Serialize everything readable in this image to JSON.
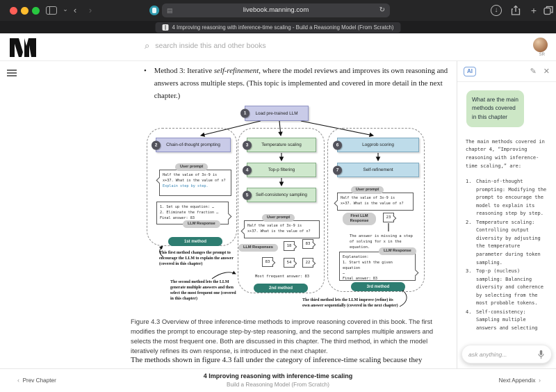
{
  "icons": {
    "back": "‹",
    "forward": "›",
    "chevron_down": "⌄",
    "reload": "↻",
    "reader": "▤",
    "plus": "+",
    "download_arrow": "↓",
    "search": "⌕",
    "pencil": "✎",
    "close": "✕",
    "bullet": "•",
    "prev_chev": "‹",
    "next_chev": "›"
  },
  "browser": {
    "url": "livebook.manning.com",
    "tab_title": "4 Improving reasoning with inference-time scaling - Build a Reasoning Model (From Scratch)"
  },
  "header": {
    "search_placeholder": "search inside this and other books",
    "avatar_initials": "SR"
  },
  "content": {
    "bullet_prefix": "Method 3: Iterative ",
    "bullet_italic": "self-refinement",
    "bullet_suffix": ", where the model reviews and improves its own reasoning and answers across multiple steps. (This topic is implemented and covered in more detail in the next chapter.)",
    "figure_caption": "Figure 4.3 Overview of three inference-time methods to improve reasoning covered in this book. The first modifies the prompt to encourage step-by-step reasoning, and the second samples multiple answers and selects the most frequent one. Both are discussed in this chapter. The third method, in which the model iteratively refines its own response, is introduced in the next chapter.",
    "paragraph_start": "The methods shown in figure 4.3 fall under the category of inference-time scaling because they"
  },
  "diagram": {
    "root": {
      "num": "1",
      "label": "Load pre-trained LLM"
    },
    "col1": {
      "box_num": "2",
      "box_label": "Chain-of-thought prompting",
      "user_prompt_label": "User prompt",
      "prompt_line1": "Half the value of 3x-9 is",
      "prompt_line2": "x+37. What is the value of x?",
      "prompt_highlight": "Explain step by step.",
      "response_line1": "1. Set up the equation: …",
      "response_line2": "2. Eliminate the fraction …",
      "response_line3": "Final answer: 83",
      "llm_response_label": "LLM Response",
      "method_pill": "1st method",
      "annotation": "This first method changes the prompt to encourage the LLM to explain the answer (covered in this chapter)"
    },
    "col2": {
      "box1_num": "3",
      "box1_label": "Temperature scaling",
      "box2_num": "4",
      "box2_label": "Top-p filtering",
      "box3_num": "5",
      "box3_label": "Self-consistency sampling",
      "user_prompt_label": "User prompt",
      "prompt_line1": "Half the value of 3x-9 is",
      "prompt_line2": "x+37. What is the value of x?",
      "llm_responses_label": "LLM Responses",
      "answers": [
        "18",
        "83",
        "83",
        "54",
        "22"
      ],
      "most_frequent": "Most frequent answer: 83",
      "method_pill": "2nd method",
      "annotation": "The second method lets the LLM generate multiple answers and then select the most frequent one (covered in this chapter)"
    },
    "col3": {
      "box1_num": "6",
      "box1_label": "Logprob scoring",
      "box2_num": "7",
      "box2_label": "Self-refinement",
      "user_prompt_label": "User prompt",
      "prompt_line1": "Half the value of 3x-9 is",
      "prompt_line2": "x+37. What is the value of x?",
      "first_llm_response_label": "First LLM Response",
      "first_answer": "23",
      "feedback_line1": "The answer is missing a step",
      "feedback_line2": "of solving for x in the",
      "feedback_line3": "equation.",
      "llm_response_label": "LLM Response",
      "response_line1": "Explanation:",
      "response_line2": "1. Start with the given",
      "response_line3": "equation",
      "response_line4": "…",
      "response_line5": "Final answer: 83",
      "method_pill": "3rd method",
      "annotation": "The third method lets the LLM improve (refine) its own answer sequentially (covered in the next chapter)"
    },
    "colors": {
      "purple": "#c9cbe8",
      "green": "#cfe8cd",
      "blue": "#bedcea",
      "teal_pill": "#2e7d71"
    }
  },
  "chat": {
    "badge": "AI",
    "user_question": "What are the main methods covered in this chapter",
    "answer_intro": "The main methods covered in chapter 4, “Improving reasoning with inference-time scaling,” are:",
    "answer_items": [
      "Chain-of-thought prompting: Modifying the prompt to encourage the model to explain its reasoning step by step.",
      "Temperature scaling: Controlling output diversity by adjusting the temperature parameter during token sampling.",
      "Top-p (nucleus) sampling: Balancing diversity and coherence by selecting from the most probable tokens.",
      "Self-consistency: Sampling multiple answers and selecting"
    ],
    "input_placeholder": "ask anything..."
  },
  "footer": {
    "prev_label": "Prev Chapter",
    "title": "4 Improving reasoning with inference-time scaling",
    "subtitle": "Build a Reasoning Model (From Scratch)",
    "next_label": "Next Appendix"
  }
}
